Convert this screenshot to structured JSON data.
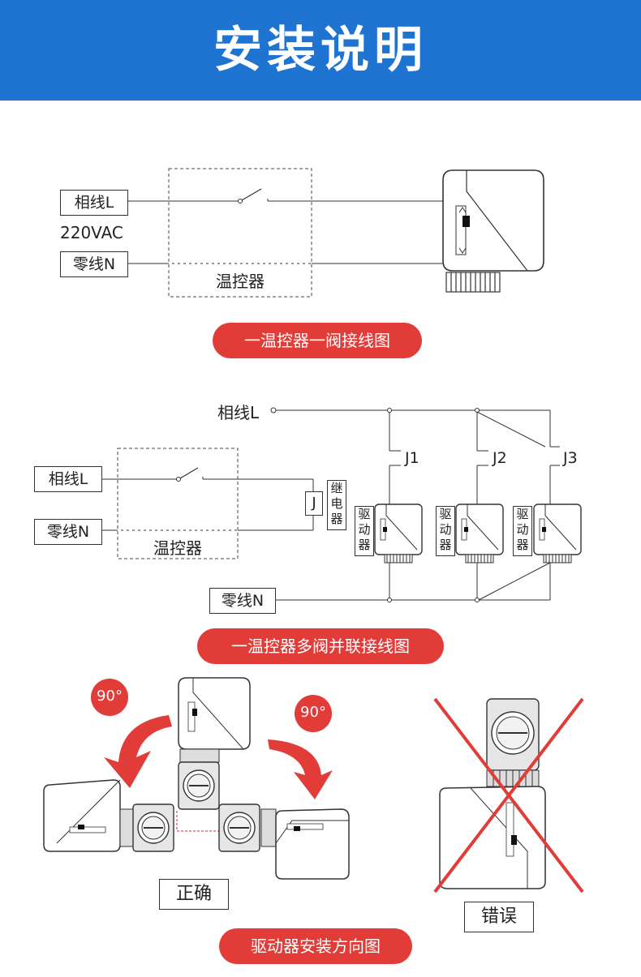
{
  "header": {
    "title": "安装说明"
  },
  "diagram1": {
    "phase": "相线L",
    "voltage": "220VAC",
    "neutral": "零线N",
    "thermostat": "温控器",
    "caption": "一温控器一阀接线图"
  },
  "diagram2": {
    "phase_top": "相线L",
    "phase": "相线L",
    "neutral": "零线N",
    "neutral_bottom": "零线N",
    "thermostat": "温控器",
    "relay_j": "J",
    "relay_chars": [
      "继",
      "电",
      "器"
    ],
    "switch_labels": [
      "J1",
      "J2",
      "J3"
    ],
    "driver_chars": [
      "驱",
      "动",
      "器"
    ],
    "caption": "一温控器多阀并联接线图"
  },
  "diagram3": {
    "angle_left": "90°",
    "angle_right": "90°",
    "correct": "正确",
    "wrong": "错误",
    "caption": "驱动器安装方向图"
  },
  "colors": {
    "header": "#1f74d2",
    "accent_red": "#e23c39",
    "line": "#333333"
  }
}
